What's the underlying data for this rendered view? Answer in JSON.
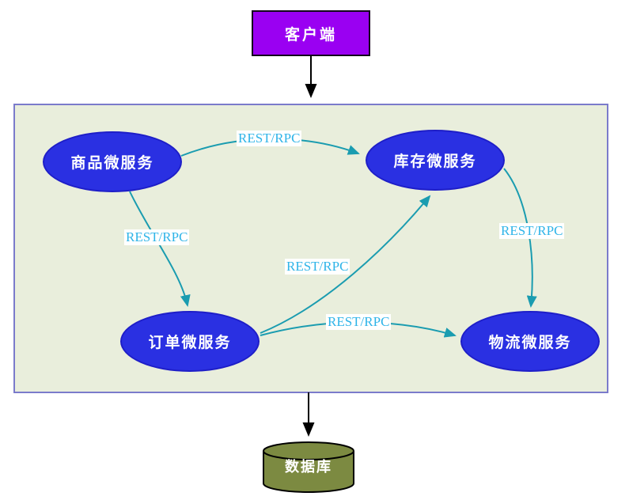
{
  "diagram": {
    "title": "microservices-architecture-diagram",
    "client": {
      "label": "客户端",
      "fill": "#9a00f2",
      "text_color": "#ffffff"
    },
    "boundary": {
      "fill": "#e9eedc",
      "border_color": "#7b7bcb"
    },
    "services": [
      {
        "id": "product",
        "label": "商品微服务"
      },
      {
        "id": "inventory",
        "label": "库存微服务"
      },
      {
        "id": "order",
        "label": "订单微服务"
      },
      {
        "id": "logistics",
        "label": "物流微服务"
      }
    ],
    "service_style": {
      "fill": "#2a30e2",
      "border_color": "#1e1ec8",
      "text_color": "#ffffff"
    },
    "database": {
      "label": "数据库",
      "fill": "#7c8a41",
      "border_color": "#000000",
      "text_color": "#ffffff"
    },
    "edges": [
      {
        "from": "商品微服务",
        "to": "库存微服务",
        "label": "REST/RPC"
      },
      {
        "from": "商品微服务",
        "to": "订单微服务",
        "label": "REST/RPC"
      },
      {
        "from": "订单微服务",
        "to": "库存微服务",
        "label": "REST/RPC"
      },
      {
        "from": "订单微服务",
        "to": "物流微服务",
        "label": "REST/RPC"
      },
      {
        "from": "库存微服务",
        "to": "物流微服务",
        "label": "REST/RPC"
      }
    ],
    "edge_style": {
      "line_color": "#1a9cb0",
      "label_color": "#2eb4e8",
      "label_bg": "#ffffff"
    },
    "flow_arrows": [
      {
        "from": "客户端",
        "to": "microservices-boundary",
        "color": "#000000"
      },
      {
        "from": "microservices-boundary",
        "to": "数据库",
        "color": "#000000"
      }
    ]
  }
}
